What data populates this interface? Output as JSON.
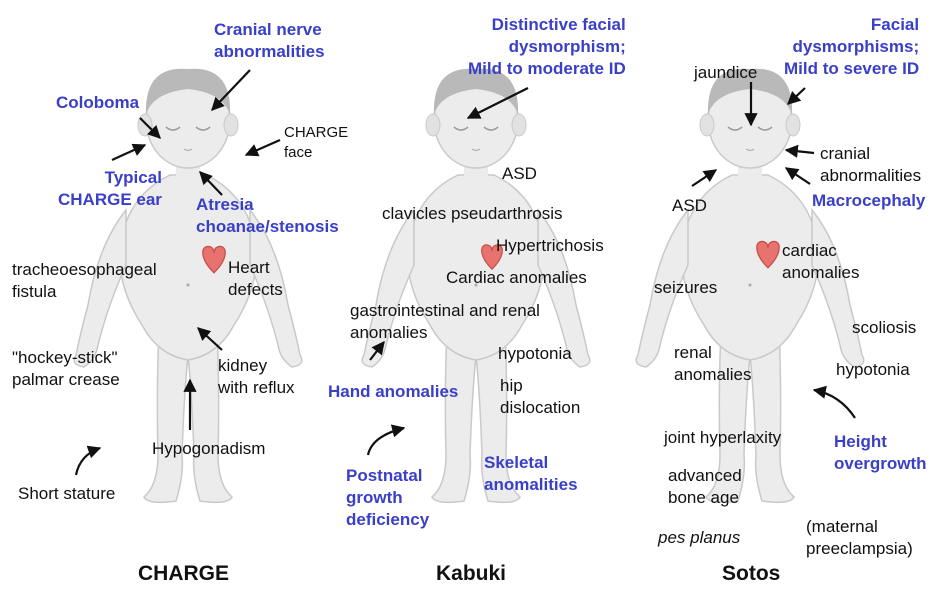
{
  "panels": [
    {
      "title": "CHARGE",
      "labels": {
        "cranial": "Cranial nerve\nabnormalities",
        "coloboma": "Coloboma",
        "face": "CHARGE\nface",
        "ear": "Typical\nCHARGE ear",
        "atresia": "Atresia\nchoanae/stenosis",
        "tef": "tracheoesophageal\nfistula",
        "heart": "Heart\ndefects",
        "hockey": "\"hockey-stick\"\npalmar crease",
        "kidney": "kidney\nwith reflux",
        "hypogonadism": "Hypogonadism",
        "short": "Short stature"
      }
    },
    {
      "title": "Kabuki",
      "labels": {
        "facial": "Distinctive facial\ndysmorphism;\nMild to moderate ID",
        "asd": "ASD",
        "clavicles": "clavicles pseudarthrosis",
        "hypertrichosis": "Hypertrichosis",
        "cardiac": "Cardiac anomalies",
        "gi": "gastrointestinal and renal\nanomalies",
        "hypotonia": "hypotonia",
        "hand": "Hand anomalies",
        "hip": "hip\ndislocation",
        "postnatal": "Postnatal\ngrowth\ndeficiency",
        "skeletal": "Skeletal\nanomalities"
      }
    },
    {
      "title": "Sotos",
      "labels": {
        "jaundice": "jaundice",
        "facial": "Facial\ndysmorphisms;\nMild to severe ID",
        "cranial": "cranial\nabnormalities",
        "asd": "ASD",
        "macro": "Macrocephaly",
        "cardiac": "cardiac\nanomalies",
        "seizures": "seizures",
        "scoliosis": "scoliosis",
        "renal": "renal\nanomalies",
        "hypotonia": "hypotonia",
        "joint": "joint hyperlaxity",
        "height": "Height\novergrowth",
        "bone": "advanced\nbone age",
        "pes": "pes planus",
        "maternal": "(maternal\npreeclampsia)"
      }
    }
  ],
  "colors": {
    "highlight": "#3a3fc8",
    "text": "#111111",
    "skin": "#ececec",
    "outline": "#c9c9c9",
    "hair": "#b9b9b9",
    "heart": "#e8736e"
  }
}
